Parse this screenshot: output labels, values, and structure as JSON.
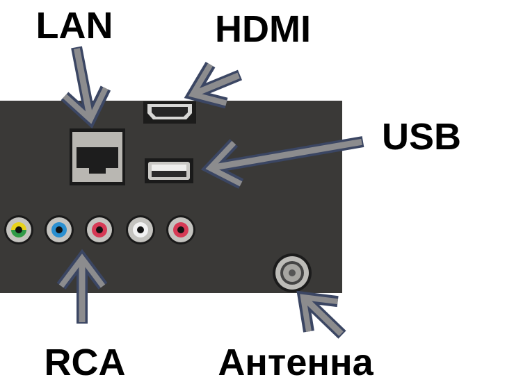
{
  "labels": {
    "lan": "LAN",
    "hdmi": "HDMI",
    "usb": "USB",
    "rca": "RCA",
    "antenna": "Антенна"
  },
  "colors": {
    "panel": "#3a3937",
    "arrow_fill": "#8c8c8e",
    "arrow_outline": "#3b4663",
    "rca_jacks": [
      "#e8d21a",
      "#2a8fd0",
      "#d63a55",
      "#f2f2f2",
      "#d63a55"
    ]
  }
}
